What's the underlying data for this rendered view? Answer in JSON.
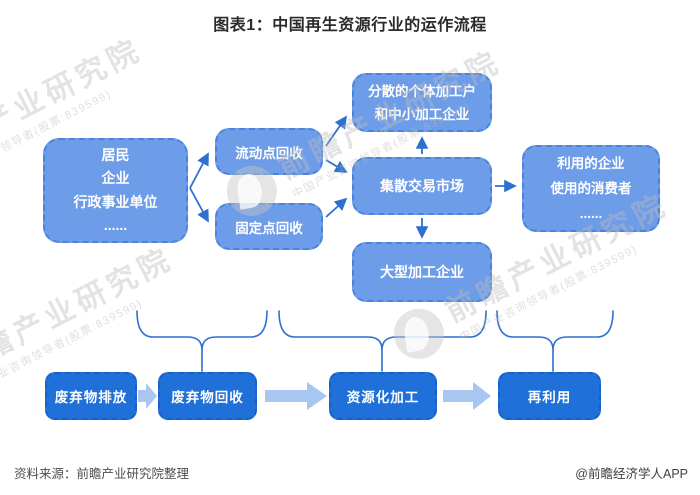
{
  "title": "图表1：中国再生资源行业的运作流程",
  "flow": {
    "source": {
      "lines": [
        "居民",
        "企业",
        "行政事业单位",
        "......"
      ]
    },
    "mobile_recycle": "流动点回收",
    "fixed_recycle": "固定点回收",
    "scattered": {
      "lines": [
        "分散的个体加工户",
        "和中小加工企业"
      ]
    },
    "market": "集散交易市场",
    "large_processor": "大型加工企业",
    "users": {
      "lines": [
        "利用的企业",
        "使用的消费者",
        "......"
      ]
    }
  },
  "stages": [
    "废弃物排放",
    "废弃物回收",
    "资源化加工",
    "再利用"
  ],
  "watermark": {
    "brand": "前瞻产业研究院",
    "tagline": "中国产业咨询领导者(股票:839599)"
  },
  "footer": {
    "source": "资料来源：前瞻产业研究院整理",
    "credit": "@前瞻经济学人APP"
  },
  "colors": {
    "node_fill": "#6d9ce8",
    "node_border": "#4a83db",
    "stage_fill": "#1f70d8",
    "stage_border": "#1860c2",
    "connector_blue": "#2e6fd0",
    "fat_arrow": "#a7c7f1",
    "title_text": "#2b2b2b",
    "footer_text": "#4d4d4d",
    "watermark_gray": "#ebebeb"
  }
}
